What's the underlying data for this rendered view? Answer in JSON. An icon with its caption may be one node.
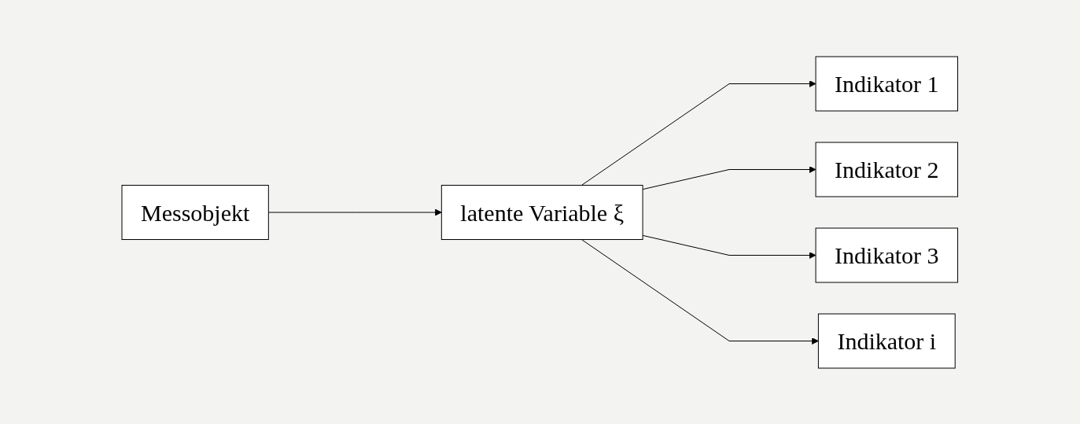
{
  "diagram": {
    "nodes": [
      {
        "text": [
          "Messobjekt"
        ]
      },
      {
        "text": [
          "latente Variable ξ"
        ]
      },
      {
        "text": [
          "Indikator 1"
        ]
      },
      {
        "text": [
          "Indikator 2"
        ]
      },
      {
        "text": [
          "Indikator 3"
        ]
      },
      {
        "text": [
          "Indikator i"
        ]
      }
    ],
    "edges": [
      {
        "from": 0,
        "to": 1,
        "arrow": "to"
      },
      {
        "from": 1,
        "to": 2,
        "arrow": "to"
      },
      {
        "from": 1,
        "to": 3,
        "arrow": "to"
      },
      {
        "from": 1,
        "to": 4,
        "arrow": "to"
      },
      {
        "from": 1,
        "to": 5,
        "arrow": "to"
      }
    ]
  }
}
